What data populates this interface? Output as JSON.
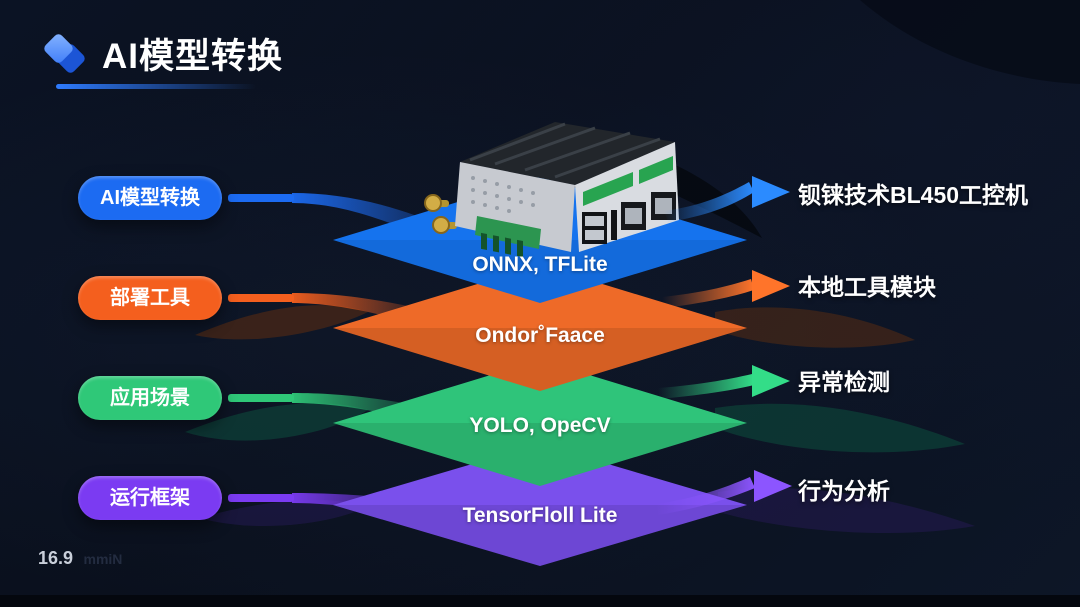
{
  "header": {
    "title": "AI模型转换"
  },
  "rows": [
    {
      "pill": "AI模型转换",
      "layer": "ONNX, TFLite",
      "target": "钡铼技术BL450工控机",
      "color": "#1C6BF2",
      "bright": "#2B8BFF",
      "diamond": "#1573EE"
    },
    {
      "pill": "部署工具",
      "layer": "Ondor˚Faace",
      "target": "本地工具模块",
      "color": "#F45F1E",
      "bright": "#FF742A",
      "diamond": "#EE6A28"
    },
    {
      "pill": "应用场景",
      "layer": "YOLO, OpeCV",
      "target": "异常检测",
      "color": "#2FC878",
      "bright": "#33DD88",
      "diamond": "#2FC47A"
    },
    {
      "pill": "运行框架",
      "layer": "TensorFloll Lite",
      "target": "行为分析",
      "color": "#7B3BF2",
      "bright": "#8C55FF",
      "diamond": "#7A50EC"
    }
  ],
  "images": {
    "device": "industrial-pc"
  },
  "footer": {
    "scale_label": "16.9",
    "watermark": "mmiN"
  }
}
